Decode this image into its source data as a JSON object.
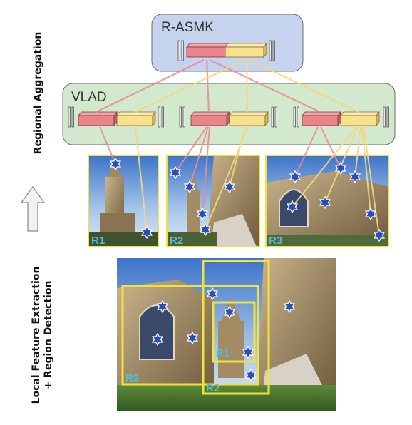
{
  "side_labels": {
    "top": "Regional Aggregation",
    "bottom_line1": "Local Feature Extraction",
    "bottom_line2": "+ Region Detection"
  },
  "boxes": {
    "rasmk": "R-ASMK",
    "vlad": "VLAD"
  },
  "regions": [
    "R1",
    "R2",
    "R3"
  ],
  "colors": {
    "rasmk_fill": "#c6d3ef",
    "vlad_fill": "#d3e9cd",
    "red_block": "#e9848a",
    "yellow_block": "#fbe08e",
    "red_arrow": "#e98c93",
    "yellow_arrow": "#f4d77f",
    "region_border": "#f2e23a",
    "star": "#2b4fb8",
    "region_text": "#5ab8d8"
  },
  "icons": [
    "up-arrow-icon",
    "star-icon",
    "block-icon"
  ]
}
